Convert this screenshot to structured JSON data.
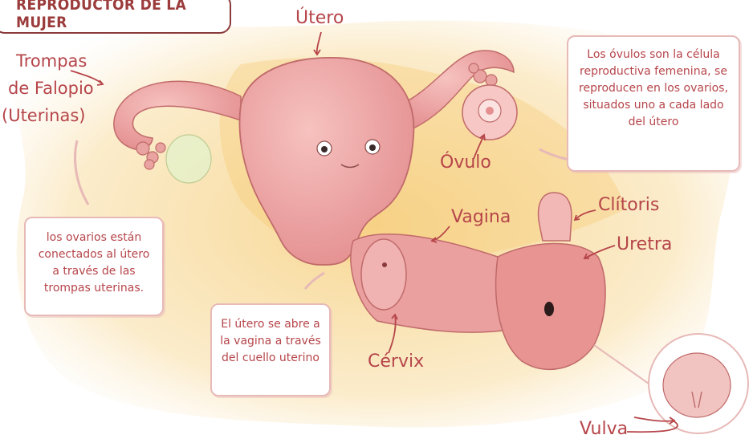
{
  "title": "REPRODUCTOR DE LA MUJER",
  "labels": {
    "trompas_1": "Trompas",
    "trompas_2": "de Falopio",
    "trompas_3": "(Uterinas)",
    "utero": "Útero",
    "ovulo": "Óvulo",
    "vagina": "Vagina",
    "clitoris": "Clítoris",
    "uretra": "Uretra",
    "cervix": "Cérvix",
    "vulva": "Vulva"
  },
  "notes": {
    "ovulos": [
      "Los óvulos son la célula",
      "reproductiva femenina, se",
      "reproducen en los ovarios,",
      "situados uno a cada lado",
      "del útero"
    ],
    "ovarios": [
      "los ovarios  están",
      "conectados al  útero",
      "a través de  las",
      "trompas uterinas."
    ],
    "cuello": [
      "El útero se abre a",
      "la vagina a través",
      "del cuello uterino"
    ]
  },
  "colors": {
    "text": "#b6454a",
    "organ": "#f0a8a8",
    "organ_dark": "#d9807f",
    "outline": "#c06a6a",
    "background_wash": "#f6d48a"
  },
  "icons": [
    "face-eyes-icon",
    "arrow-icon"
  ]
}
